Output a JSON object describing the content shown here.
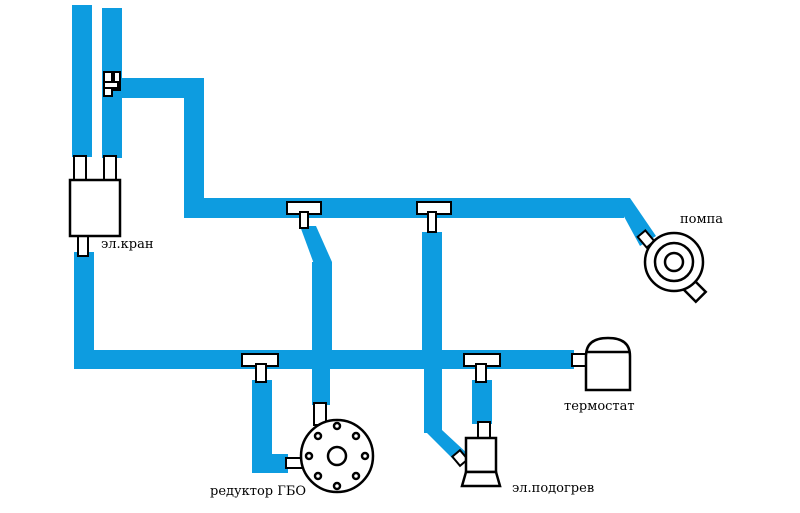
{
  "labels": {
    "valve": "эл.кран",
    "pump": "помпа",
    "thermostat": "термостат",
    "reducer": "редуктор ГБО",
    "heater": "эл.подогрев"
  },
  "colors": {
    "pipe": "#0d9ce0",
    "outline": "#000000",
    "background": "#ffffff"
  }
}
